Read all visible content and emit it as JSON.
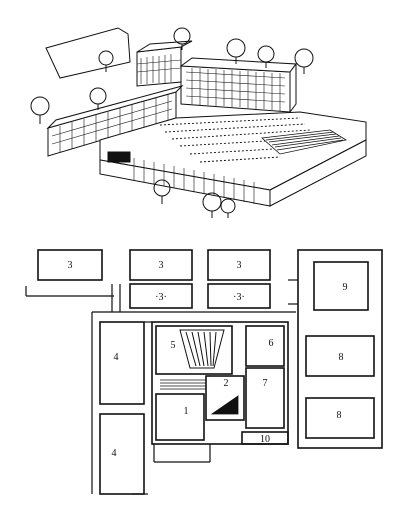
{
  "colors": {
    "ink": "#111111",
    "paper": "#ffffff"
  },
  "perspective": {
    "trees": [
      "tree",
      "tree",
      "tree",
      "tree",
      "tree",
      "tree",
      "tree",
      "tree",
      "tree",
      "tree"
    ]
  },
  "plan": {
    "rooms": [
      {
        "id": "room-3-a",
        "label": "3"
      },
      {
        "id": "room-3-b",
        "label": "3"
      },
      {
        "id": "room-3-c",
        "label": "3"
      },
      {
        "id": "room-3-d",
        "label": "·3·"
      },
      {
        "id": "room-3-e",
        "label": "·3·"
      },
      {
        "id": "room-9",
        "label": "9"
      },
      {
        "id": "room-4-a",
        "label": "4"
      },
      {
        "id": "room-5",
        "label": "5"
      },
      {
        "id": "room-6",
        "label": "6"
      },
      {
        "id": "room-8-a",
        "label": "8"
      },
      {
        "id": "room-2",
        "label": "2"
      },
      {
        "id": "room-7",
        "label": "7"
      },
      {
        "id": "room-1",
        "label": "1"
      },
      {
        "id": "room-8-b",
        "label": "8"
      },
      {
        "id": "room-4-b",
        "label": "4"
      },
      {
        "id": "room-10",
        "label": "10"
      }
    ]
  }
}
